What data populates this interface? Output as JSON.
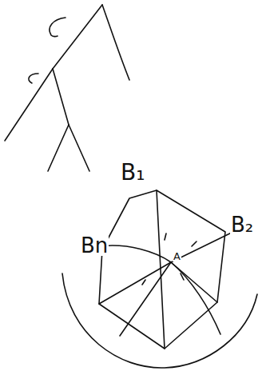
{
  "diagram": {
    "labels": [
      "B₁",
      "B₂",
      "Bn",
      "A"
    ]
  }
}
